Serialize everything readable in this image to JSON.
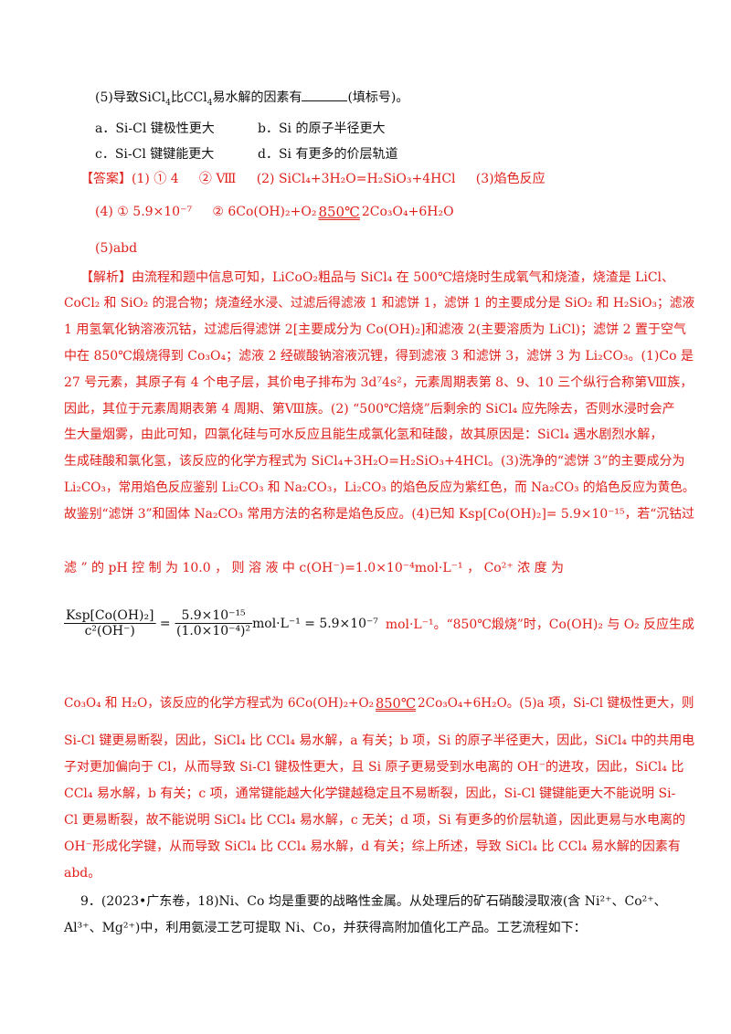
{
  "q5": {
    "stem_a": "(5)导致SiCl",
    "stem_b": "比CCl",
    "stem_c": "易水解的因素有",
    "stem_d": "(填标号)。",
    "opt_a": "a．Si-Cl 键极性更大",
    "opt_b": "b．Si 的原子半径更大",
    "opt_c": "c．Si-Cl 键键能更大",
    "opt_d": "d．Si 有更多的价层轨道"
  },
  "answer": {
    "label": "【答案】",
    "part1": "(1) ① 4",
    "part1b": "② Ⅷ",
    "part2": "(2) SiCl₄+3H₂O=H₂SiO₃+4HCl",
    "part3": "(3)焰色反应",
    "part4a": "(4) ① 5.9×10⁻⁷",
    "part4b_pre": "② 6Co(OH)₂+O₂",
    "cond": "850℃",
    "part4b_post": "2Co₃O₄+6H₂O",
    "part5": "(5)abd"
  },
  "analysis": {
    "label": "【解析】",
    "l1": "由流程和题中信息可知，LiCoO₂粗品与 SiCl₄ 在 500℃焙烧时生成氧气和烧渣，烧渣是 LiCl、",
    "l2": "CoCl₂ 和 SiO₂ 的混合物；烧渣经水浸、过滤后得滤液 1 和滤饼 1，滤饼 1 的主要成分是 SiO₂ 和 H₂SiO₃；滤液",
    "l3": "1 用氢氧化钠溶液沉钴，过滤后得滤饼 2[主要成分为 Co(OH)₂]和滤液 2(主要溶质为 LiCl)；滤饼 2 置于空气",
    "l4": "中在 850℃煅烧得到 Co₃O₄；滤液 2 经碳酸钠溶液沉锂，得到滤液 3 和滤饼 3，滤饼 3 为 Li₂CO₃。(1)Co 是",
    "l5": "27 号元素，其原子有 4 个电子层，其价电子排布为 3d⁷4s²，元素周期表第 8、9、10 三个纵行合称第Ⅷ族，",
    "l6": "因此，其位于元素周期表第 4 周期、第Ⅷ族。(2) “500℃焙烧”后剩余的 SiCl₄ 应先除去，否则水浸时会产",
    "l7": "生大量烟雾，由此可知，四氯化硅与可水反应且能生成氯化氢和硅酸，故其原因是：SiCl₄ 遇水剧烈水解，",
    "l8": "生成硅酸和氯化氢，该反应的化学方程式为 SiCl₄+3H₂O=H₂SiO₃+4HCl。(3)洗净的“滤饼 3”的主要成分为",
    "l9": "Li₂CO₃，常用焰色反应鉴别 Li₂CO₃ 和 Na₂CO₃，Li₂CO₃ 的焰色反应为紫红色，而 Na₂CO₃ 的焰色反应为黄色。",
    "l10": "故鉴别“滤饼 3”和固体 Na₂CO₃ 常用方法的名称是焰色反应。(4)已知 Ksp[Co(OH)₂]= 5.9×10⁻¹⁵，若“沉钴过",
    "l11": "滤 ” 的 pH 控 制 为 10.0 ， 则 溶 液 中 c(OH⁻)=1.0×10⁻⁴mol·L⁻¹ ， Co²⁺ 浓 度 为",
    "math_num": "Ksp[Co(OH)₂]",
    "math_den": "c²(OH⁻)",
    "math_num2": "5.9×10⁻¹⁵",
    "math_den2": "(1.0×10⁻⁴)²",
    "math_tail": "mol·L⁻¹ = 5.9×10⁻⁷",
    "math_after": "mol·L⁻¹。“850℃煅烧”时，Co(OH)₂ 与 O₂ 反应生成",
    "l12_pre": "Co₃O₄ 和 H₂O，该反应的化学方程式为 6Co(OH)₂+O₂",
    "l12_post": "2Co₃O₄+6H₂O。(5)a 项，Si-Cl 键极性更大，则",
    "l13": "Si-Cl 键更易断裂，因此，SiCl₄ 比 CCl₄ 易水解，a 有关；b 项，Si 的原子半径更大，因此，SiCl₄ 中的共用电",
    "l14": "子对更加偏向于 Cl，从而导致 Si-Cl 键极性更大，且 Si 原子更易受到水电离的 OH⁻的进攻，因此，SiCl₄ 比",
    "l15": "CCl₄ 易水解，b 有关；c 项，通常键能越大化学键越稳定且不易断裂，因此，Si-Cl 键键能更大不能说明 Si-",
    "l16": "Cl 更易断裂，故不能说明 SiCl₄ 比 CCl₄ 易水解，c 无关；d 项，Si 有更多的价层轨道，因此更易与水电离的",
    "l17": "OH⁻形成化学键，从而导致 SiCl₄ 比 CCl₄ 易水解，d 有关；综上所述，导致 SiCl₄ 比 CCl₄ 易水解的因素有",
    "l18": "abd。"
  },
  "q9": {
    "l1": "9．(2023•广东卷，18)Ni、Co 均是重要的战略性金属。从处理后的矿石硝酸浸取液(含 Ni²⁺、Co²⁺、",
    "l2": "Al³⁺、Mg²⁺)中，利用氨浸工艺可提取 Ni、Co，并获得高附加值化工产品。工艺流程如下："
  },
  "colors": {
    "answer": "#e0201b",
    "text": "#111111"
  }
}
